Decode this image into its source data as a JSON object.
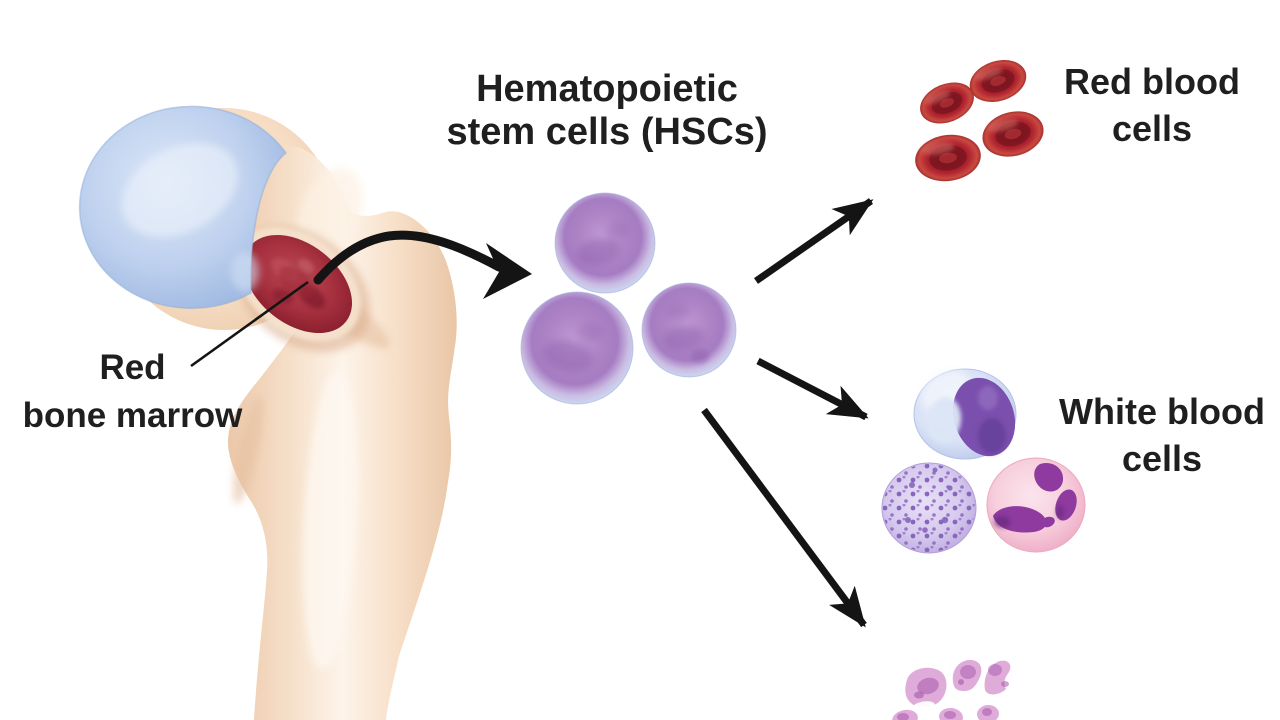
{
  "title": {
    "line1": "Hematopoietic",
    "line2": "stem cells (HSCs)"
  },
  "labels": {
    "red_bone_marrow": {
      "line1": "Red",
      "line2": "bone marrow"
    },
    "red_blood_cells": {
      "line1": "Red blood",
      "line2": "cells"
    },
    "white_blood_cells": {
      "line1": "White blood",
      "line2": "cells"
    }
  },
  "counts": {
    "hsc_cells": 3,
    "red_blood_cells": 4,
    "white_blood_cells": 3,
    "platelets": 6
  },
  "colors": {
    "background": "#ffffff",
    "text": "#1f1f1f",
    "arrow": "#141414",
    "bone_light": "#fdf4ea",
    "bone_mid": "#f7dfc8",
    "bone_shadow": "#e9c6a6",
    "cartilage_light": "#dde8f8",
    "cartilage_mid": "#bdd0ee",
    "cartilage_edge": "#96b2dd",
    "marrow_mid": "#a93240",
    "marrow_dark": "#821a29",
    "hsc_body": "#ae84c6",
    "hsc_rim": "#ccd6f0",
    "rbc_body": "#b22530",
    "rbc_dark": "#7a141f",
    "rbc_light": "#c84a40",
    "wbc_lymph_body": "#d9e2f6",
    "wbc_lymph_nucleus": "#7b4fae",
    "wbc_gran_body": "#d6c9ee",
    "wbc_gran_dot": "#8766bc",
    "wbc_neut_body": "#f7cfdd",
    "wbc_neut_nucleus": "#8e3a9e",
    "platelet_body": "#dfacda",
    "platelet_dark": "#a558ac"
  }
}
